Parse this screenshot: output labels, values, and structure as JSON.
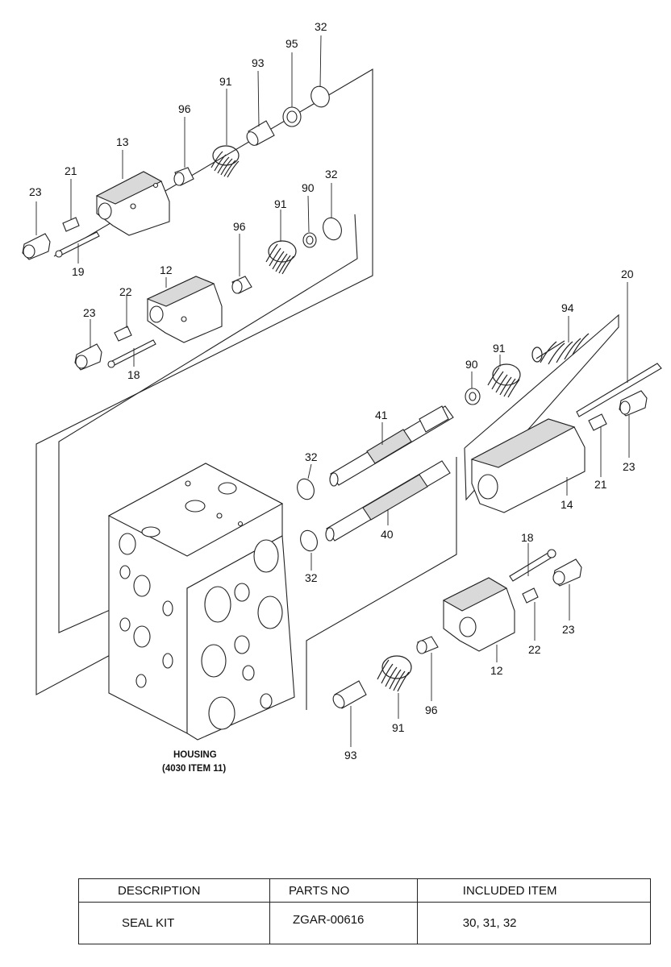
{
  "callouts": {
    "c32a": "32",
    "c95": "95",
    "c93a": "93",
    "c91a": "91",
    "c96a": "96",
    "c13": "13",
    "c21a": "21",
    "c23a": "23",
    "c19": "19",
    "c32b": "32",
    "c90a": "90",
    "c91b": "91",
    "c96b": "96",
    "c12a": "12",
    "c22a": "22",
    "c23b": "23",
    "c18a": "18",
    "c20": "20",
    "c94": "94",
    "c91c": "91",
    "c90b": "90",
    "c41": "41",
    "c32c": "32",
    "c40": "40",
    "c32d": "32",
    "c21b": "21",
    "c23c": "23",
    "c14": "14",
    "c18b": "18",
    "c23d": "23",
    "c22b": "22",
    "c12b": "12",
    "c96c": "96",
    "c91d": "91",
    "c93b": "93"
  },
  "housing": {
    "line1": "HOUSING",
    "line2": "(4030 ITEM 11)"
  },
  "table": {
    "headers": [
      "DESCRIPTION",
      "PARTS NO",
      "INCLUDED ITEM"
    ],
    "rows": [
      {
        "description": "SEAL KIT",
        "parts_no": "ZGAR-00616",
        "included": "30, 31, 32"
      }
    ]
  }
}
